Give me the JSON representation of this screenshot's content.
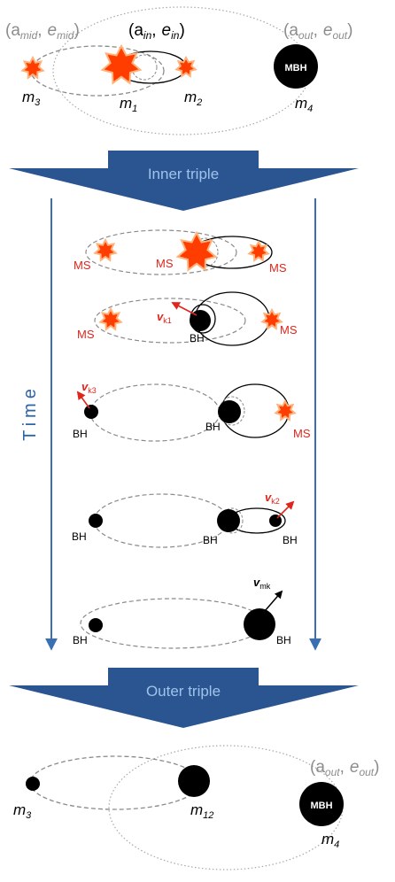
{
  "top": {
    "mid_orbit_label": "(a",
    "mid_a_sub": "mid",
    "mid_e": "e",
    "mid_e_sub": "mid",
    "inner_orbit_label": "(a",
    "in_a_sub": "in",
    "in_e": "e",
    "in_e_sub": "in",
    "outer_orbit_label": "(a",
    "out_a_sub": "out",
    "out_e": "e",
    "out_e_sub": "out",
    "close_paren": ")",
    "comma": ",",
    "mbh": "MBH",
    "m1": "m",
    "m1_sub": "1",
    "m2": "m",
    "m2_sub": "2",
    "m3": "m",
    "m3_sub": "3",
    "m4": "m",
    "m4_sub": "4"
  },
  "inner_triple_label": "Inner triple",
  "outer_triple_label": "Outer triple",
  "time_label": "Time",
  "stages": {
    "ms": "MS",
    "bh": "BH",
    "v": "v",
    "vk1_sub": "k1",
    "vk2_sub": "k2",
    "vk3_sub": "k3",
    "vmk_sub": "mk"
  },
  "bottom": {
    "outer_orbit_label": "(a",
    "out_a_sub": "out",
    "out_e": "e",
    "out_e_sub": "out",
    "close_paren": ")",
    "comma": ",",
    "mbh": "MBH",
    "m3": "m",
    "m3_sub": "3",
    "m12": "m",
    "m12_sub": "12",
    "m4": "m",
    "m4_sub": "4"
  },
  "colors": {
    "banner": "#2a5591",
    "banner_text": "#9fc3ea",
    "time_text": "#2e64a8",
    "arrow_line": "#3a6fb3",
    "star_fill": "#ff3d00",
    "star_stroke": "#ffb27a",
    "ms_label": "#e0251b",
    "kick": "#e0251b",
    "orbit_dashed": "#8a8a8a",
    "orbit_dotted": "#a8a8a8",
    "grey_label": "#8c8c8c"
  }
}
